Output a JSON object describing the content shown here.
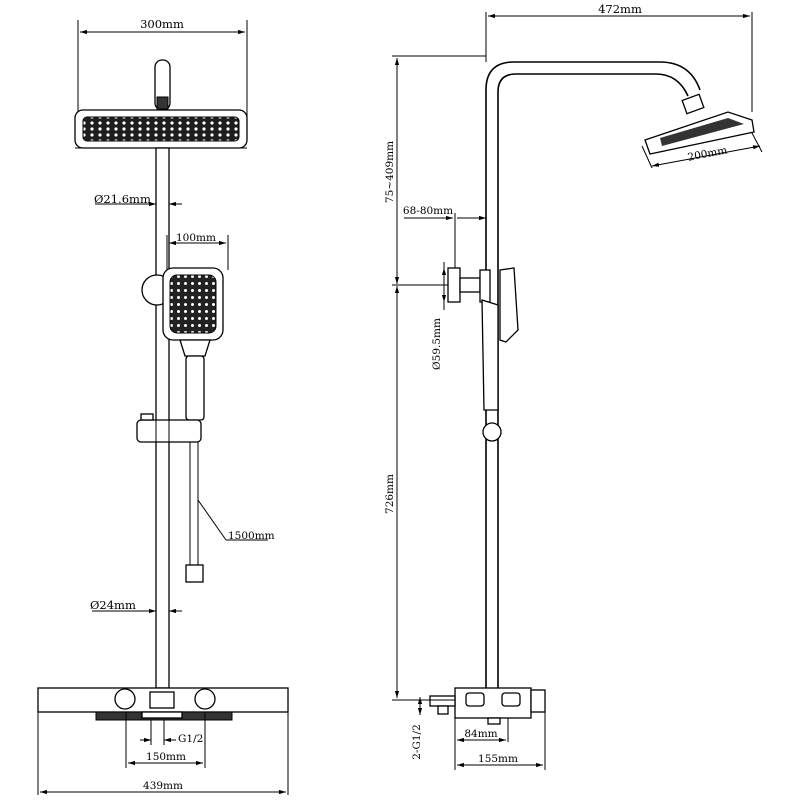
{
  "diagram": {
    "dimensions": {
      "head_width": "300mm",
      "total_height_span": "472mm",
      "rod_top_diameter": "Ø21.6mm",
      "handheld_width": "100mm",
      "head_side_width": "200mm",
      "adjust_range": "75~409mm",
      "wall_offset": "68-80mm",
      "bracket_diameter": "Ø59.5mm",
      "hose_length": "1500mm",
      "rod_bottom_diameter": "Ø24mm",
      "rod_height": "726mm",
      "inlet_thread": "G1/2",
      "inlet_centers": "150mm",
      "shelf_width": "439mm",
      "outlet_thread": "2-G1/2",
      "mixer_depth": "84mm",
      "mixer_side_width": "155mm"
    },
    "colors": {
      "line": "#000000",
      "fill_dark": "#1c1c1c",
      "background": "#ffffff"
    }
  }
}
